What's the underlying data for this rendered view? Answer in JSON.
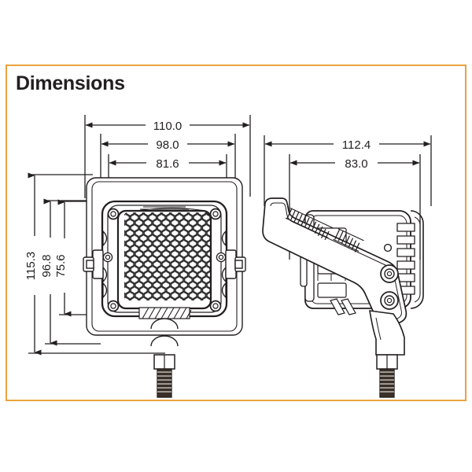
{
  "panel": {
    "title": "Dimensions",
    "border_color": "#e8a33d",
    "background_color": "#ffffff"
  },
  "page": {
    "background_color": "#ffffff",
    "line_color": "#231f20"
  },
  "drawing": {
    "type": "engineering-dimension-drawing",
    "product": "led-work-light",
    "units": "mm",
    "views": [
      {
        "name": "front-view",
        "label": "front"
      },
      {
        "name": "side-view",
        "label": "side"
      }
    ]
  },
  "dimensions": {
    "front_horizontal": [
      {
        "id": "front-h-110",
        "value": "110.0"
      },
      {
        "id": "front-h-98",
        "value": "98.0"
      },
      {
        "id": "front-h-816",
        "value": "81.6"
      }
    ],
    "front_vertical": [
      {
        "id": "front-v-1153",
        "value": "115.3"
      },
      {
        "id": "front-v-968",
        "value": "96.8"
      },
      {
        "id": "front-v-756",
        "value": "75.6"
      }
    ],
    "side_horizontal": [
      {
        "id": "side-h-1124",
        "value": "112.4"
      },
      {
        "id": "side-h-830",
        "value": "83.0"
      }
    ]
  }
}
